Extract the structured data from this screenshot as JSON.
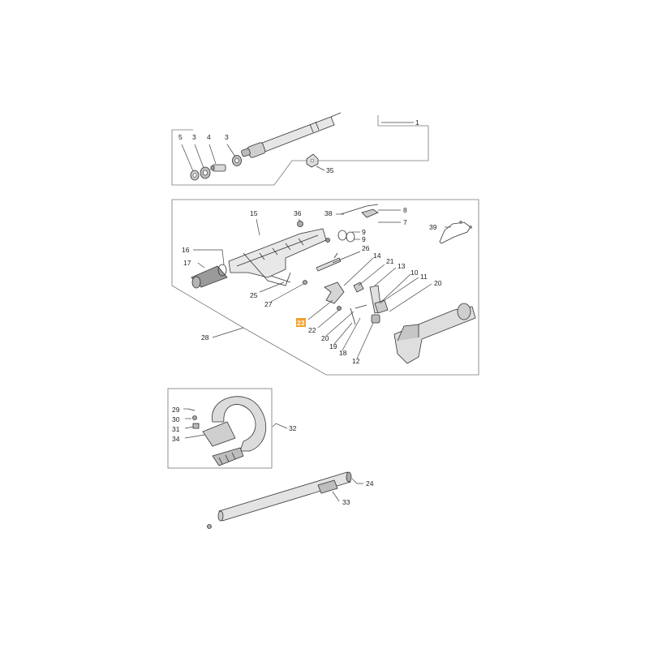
{
  "diagram": {
    "highlight_color": "#f0a030",
    "callouts": {
      "c1": "1",
      "c3a": "3",
      "c3b": "3",
      "c4": "4",
      "c5": "5",
      "c35": "35",
      "c15": "15",
      "c36": "36",
      "c38": "38",
      "c8": "8",
      "c7": "7",
      "c9a": "9",
      "c9b": "9",
      "c39": "39",
      "c16": "16",
      "c17": "17",
      "c26": "26",
      "c14": "14",
      "c21": "21",
      "c13": "13",
      "c10": "10",
      "c11": "11",
      "c20a": "20",
      "c25": "25",
      "c27": "27",
      "c23": "23",
      "c22": "22",
      "c20b": "20",
      "c19": "19",
      "c18": "18",
      "c12": "12",
      "c28": "28",
      "c29": "29",
      "c30": "30",
      "c31": "31",
      "c34": "34",
      "c32": "32",
      "c24": "24",
      "c33": "33"
    }
  }
}
